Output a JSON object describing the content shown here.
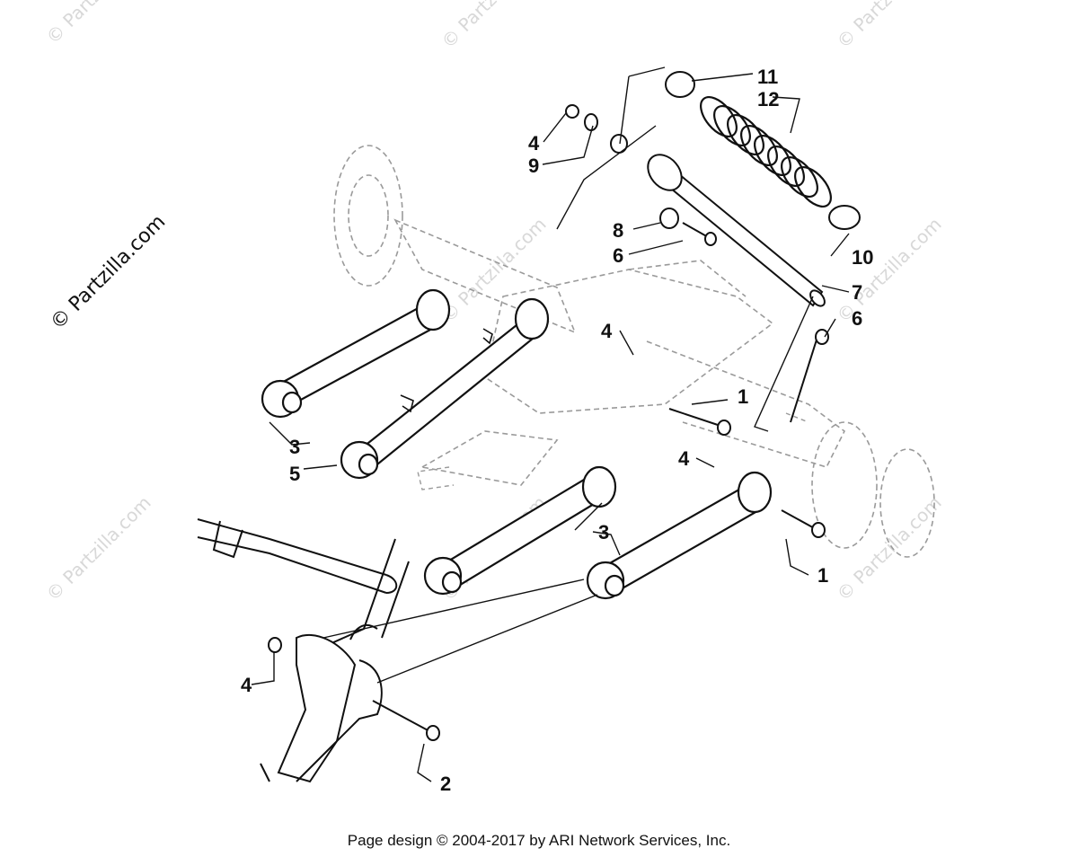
{
  "watermark": {
    "main_text": "© Partzilla.com",
    "tile_text": "© Partzilla.com"
  },
  "callouts": {
    "c11": "11",
    "c12": "12",
    "c4_top": "4",
    "c9": "9",
    "c8": "8",
    "c6_top": "6",
    "c10": "10",
    "c7": "7",
    "c6_right": "6",
    "c4_mid": "4",
    "c1_mid": "1",
    "c3_left": "3",
    "c5": "5",
    "c4_right": "4",
    "c3_center": "3",
    "c1_bottom": "1",
    "c4_bottom": "4",
    "c2": "2"
  },
  "footer": {
    "text": "Page design © 2004-2017 by ARI Network Services, Inc."
  },
  "colors": {
    "line": "#111111",
    "ghost": "#9a9a9a",
    "watermark": "#d8d8d8"
  }
}
